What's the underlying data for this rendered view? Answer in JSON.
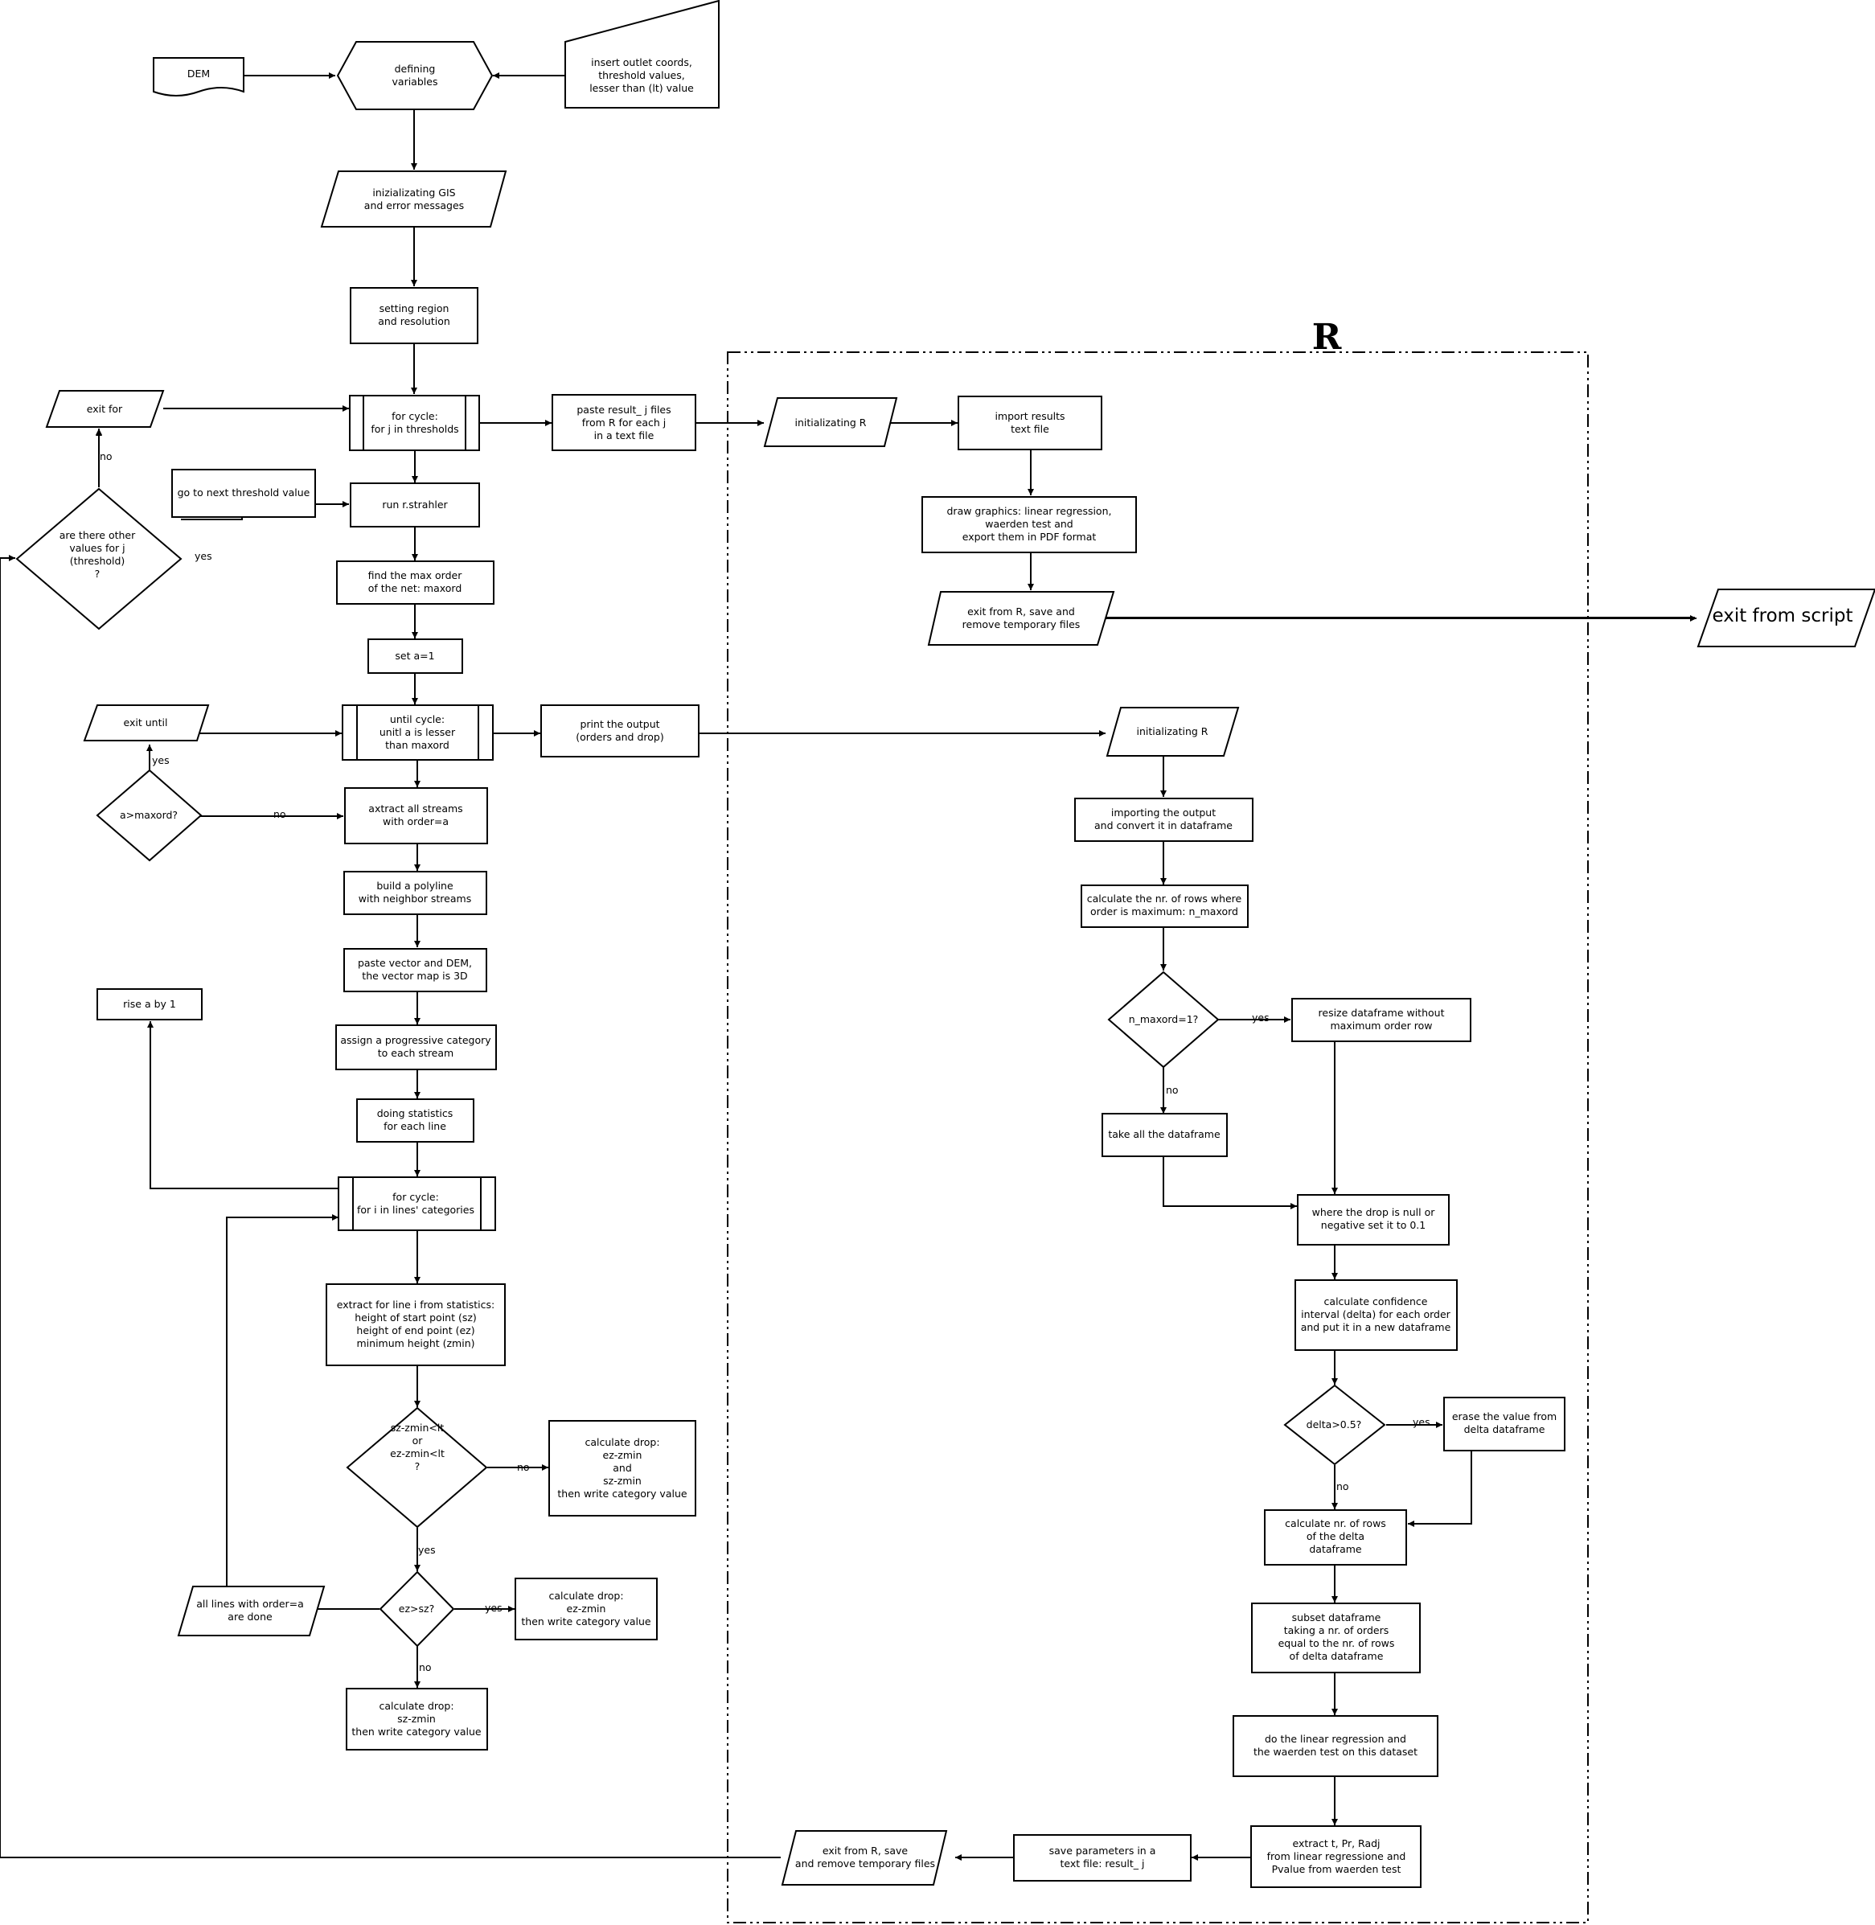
{
  "region_title": "R",
  "nodes": {
    "dem": "DEM",
    "defining": "defining\nvariables",
    "insert": "insert outlet coords,\nthreshold values,\nlesser than (lt) value",
    "init_gis": "inizializating GIS\nand error messages",
    "setting_region": "setting region\nand resolution",
    "exit_for": "exit for",
    "for_j": "for cycle:\nfor j in thresholds",
    "paste_result": "paste result_ j files\nfrom R for each j\nin a text file",
    "init_r_top": "initializating R",
    "import_results": "import results\ntext file",
    "draw_graphics": "draw graphics: linear regression,\nwaerden test and\nexport them in PDF format",
    "exit_r_top": "exit from R, save and\nremove temporary files",
    "exit_script": "exit from script",
    "go_next": "go to next threshold value",
    "are_there": "are there other\nvalues for j\n(threshold)\n?",
    "run_strahler": "run r.strahler",
    "find_max": "find the max order\nof the net: maxord",
    "set_a": "set a=1",
    "exit_until": "exit until",
    "until": "until cycle:\nunitl a is lesser\nthan maxord",
    "print_output": "print the output\n(orders and drop)",
    "init_r_mid": "initializating R",
    "a_gt_maxord": "a>maxord?",
    "extract_streams": "axtract all streams\nwith order=a",
    "importing_output": "importing the output\nand convert it in dataframe",
    "build_polyline": "build a polyline\nwith neighbor streams",
    "calc_rows": "calculate the nr. of rows where\norder is maximum: n_maxord",
    "paste_vector": "paste vector and DEM,\nthe vector map is 3D",
    "rise_a": "rise a by 1",
    "n_maxord": "n_maxord=1?",
    "resize_df": "resize dataframe without\nmaximum order row",
    "assign_cat": "assign a progressive category\nto each stream",
    "stats": "doing statistics\nfor each line",
    "take_all": "take all the dataframe",
    "for_i": "for cycle:\nfor i in lines' categories",
    "where_drop": "where the drop is null or\nnegative set it to 0.1",
    "extract_line": "extract for line i from statistics:\nheight of start point (sz)\nheight of end point (ez)\nminimum height (zmin)",
    "calc_conf": "calculate confidence\ninterval (delta) for each order\nand put it in a new dataframe",
    "delta": "delta>0.5?",
    "erase": "erase the value from\ndelta dataframe",
    "sz_dec": "sz-zmin<lt\nor\nez-zmin<lt\n?",
    "drop_both": "calculate drop:\nez-zmin\nand\nsz-zmin\nthen write category value",
    "calc_nrows": "calculate nr. of rows\nof the delta\ndataframe",
    "all_lines": "all lines with order=a\nare done",
    "ez_sz": "ez>sz?",
    "drop_ez": "calculate drop:\nez-zmin\nthen write category value",
    "subset": "subset dataframe\ntaking a nr. of orders\nequal to the nr. of rows\nof delta dataframe",
    "drop_sz": "calculate drop:\nsz-zmin\nthen write category value",
    "linreg": "do the linear regression and\nthe waerden test on this dataset",
    "exit_r_bot": "exit from R, save\nand remove temporary files",
    "save_params": "save parameters in a\ntext file: result_ j",
    "extract_t": "extract t, Pr, Radj\nfrom linear regressione and\nPvalue from waerden test"
  },
  "edge_labels": {
    "no": "no",
    "yes": "yes"
  }
}
